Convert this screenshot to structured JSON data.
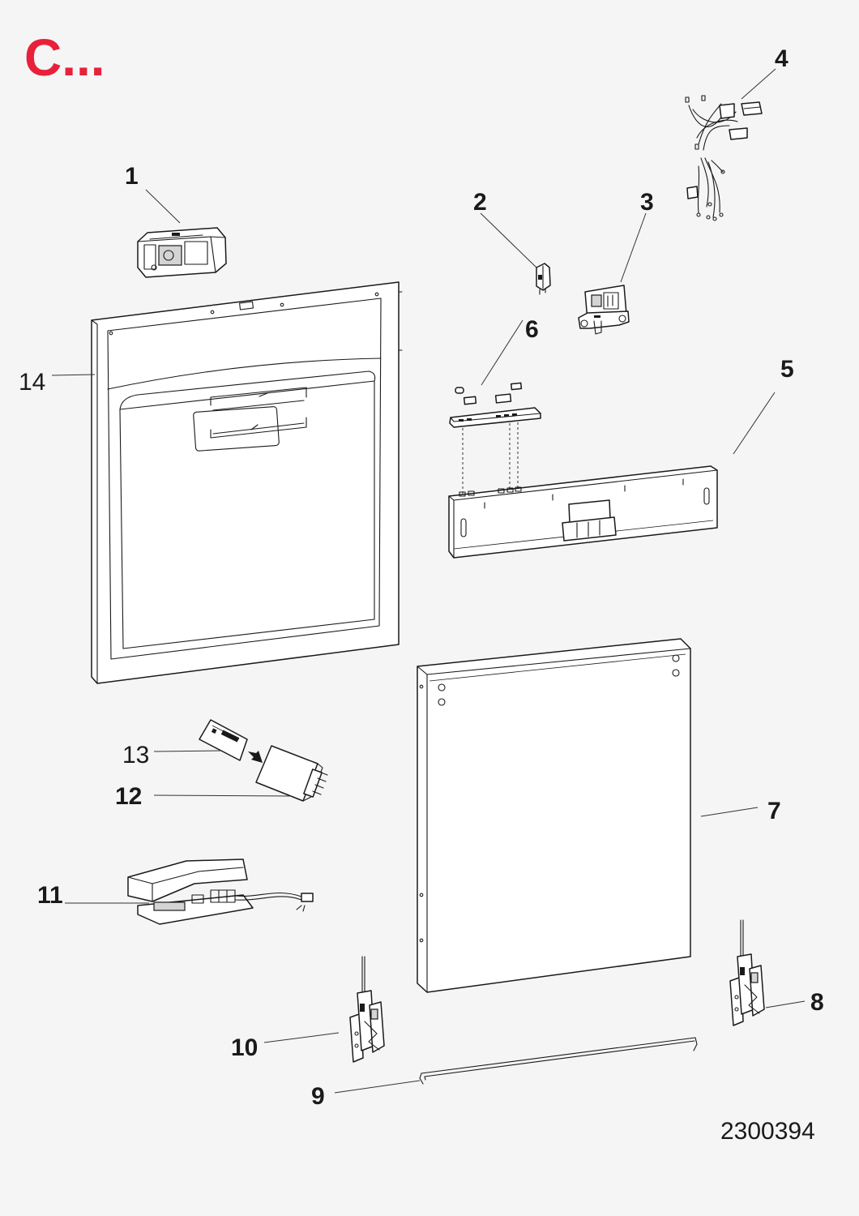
{
  "header": {
    "brand_text": "C...",
    "brand_color": "#e8213a"
  },
  "diagram_code": "2300394",
  "callouts": [
    {
      "id": "1",
      "text": "1",
      "weight": "bold"
    },
    {
      "id": "2",
      "text": "2",
      "weight": "bold"
    },
    {
      "id": "3",
      "text": "3",
      "weight": "bold"
    },
    {
      "id": "4",
      "text": "4",
      "weight": "bold"
    },
    {
      "id": "5",
      "text": "5",
      "weight": "bold"
    },
    {
      "id": "6",
      "text": "6",
      "weight": "bold"
    },
    {
      "id": "7",
      "text": "7",
      "weight": "bold"
    },
    {
      "id": "8",
      "text": "8",
      "weight": "bold"
    },
    {
      "id": "9",
      "text": "9",
      "weight": "bold"
    },
    {
      "id": "10",
      "text": "10",
      "weight": "bold"
    },
    {
      "id": "11",
      "text": "11",
      "weight": "bold"
    },
    {
      "id": "12",
      "text": "12",
      "weight": "bold"
    },
    {
      "id": "13",
      "text": "13",
      "weight": "normal"
    },
    {
      "id": "14",
      "text": "14",
      "weight": "normal"
    }
  ]
}
